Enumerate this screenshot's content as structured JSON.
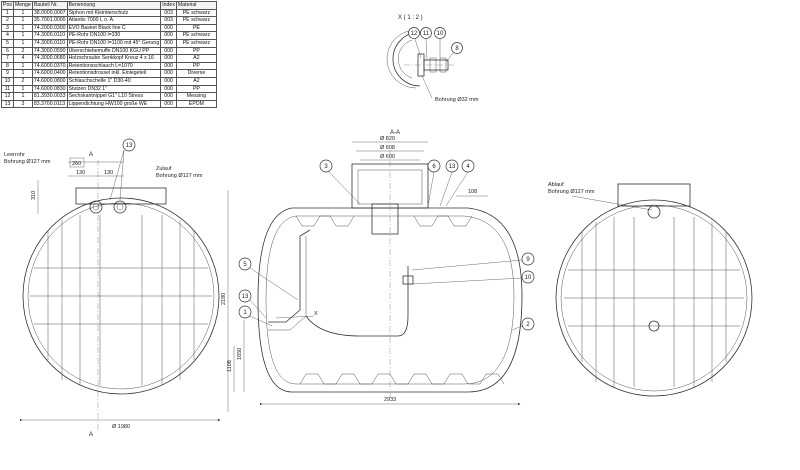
{
  "bom": {
    "headers": [
      "Pos",
      "Menge",
      "Bauteil Nr.",
      "Benennung",
      "Index",
      "Material"
    ],
    "rows": [
      [
        "1",
        "1",
        "38.0000.0007",
        "Siphon mit Kleintierschutz",
        "003",
        "PE schwarz"
      ],
      [
        "2",
        "1",
        "35.7001.0000",
        "Atlantis 7000 L o. A.",
        "003",
        "PE schwarz"
      ],
      [
        "3",
        "1",
        "74.2000.0300",
        "EVO Basket Black line C",
        "000",
        "PE"
      ],
      [
        "4",
        "1",
        "74.3000.0110",
        "PE-Rohr DN100 l=330",
        "000",
        "PE schwarz"
      ],
      [
        "5",
        "1",
        "74.3000.0110",
        "PE-Rohr DN100 l=1100 mit 45° Gerung",
        "000",
        "PE schwarz"
      ],
      [
        "6",
        "2",
        "74.3000.0590",
        "Überschiebemuffe DN100 KGU PP",
        "000",
        "PP"
      ],
      [
        "7",
        "4",
        "74.3000.0680",
        "Holzschraube Senkkopf Kreuz 4 x 16",
        "000",
        "A2"
      ],
      [
        "8",
        "1",
        "74.6000.0370",
        "Retentionsschlauch L=1070",
        "000",
        "PP"
      ],
      [
        "9",
        "1",
        "74.6000.0400",
        "Retentionsdrossel inkl. Einlegeteil",
        "000",
        "Diverse"
      ],
      [
        "10",
        "2",
        "74.6000.0800",
        "Schlauchschelle 1\" D30-40",
        "000",
        "A2"
      ],
      [
        "11",
        "1",
        "74.6000.0830",
        "Stutzen DN32 1\"",
        "000",
        "PP"
      ],
      [
        "12",
        "1",
        "81.3930.0033",
        "Sechskantnippel G1\" L10 Stress",
        "000",
        "Messing"
      ],
      [
        "13",
        "3",
        "83.3700.0113",
        "Lippendichtung HW100 große WE",
        "000",
        "EPDM"
      ]
    ]
  },
  "detail": {
    "title": "X ( 1 : 2 )",
    "bore_label": "Bohrung Ø32 mm",
    "balloons": [
      "12",
      "11",
      "10",
      "8"
    ]
  },
  "section": {
    "title": "A-A",
    "dims": {
      "d_outer": "Ø 820",
      "d_mid": "Ø 608",
      "d_inner": "Ø 600",
      "right": "108",
      "length": "2933",
      "h1": "1650",
      "h2": "1108",
      "cut": "X"
    },
    "balloons_top": [
      "3",
      "6",
      "13",
      "4"
    ],
    "balloons_left": [
      "5",
      "13",
      "1"
    ],
    "balloons_right": [
      "9",
      "10",
      "2"
    ]
  },
  "left_view": {
    "inlet_label_1": "Leerrohr",
    "inlet_label_2": "Bohrung Ø127 mm",
    "zulauf_label_1": "Zulauf",
    "zulauf_label_2": "Bohrung Ø127 mm",
    "dims": {
      "d260": "260",
      "d130a": "130",
      "d130b": "130",
      "d310": "310",
      "d2180": "2180",
      "d1980": "Ø 1980"
    },
    "section_mark": "A",
    "balloon": "13"
  },
  "right_view": {
    "label_1": "Ablauf",
    "label_2": "Bohrung Ø127 mm"
  },
  "colors": {
    "line": "#333333",
    "background": "#ffffff"
  }
}
